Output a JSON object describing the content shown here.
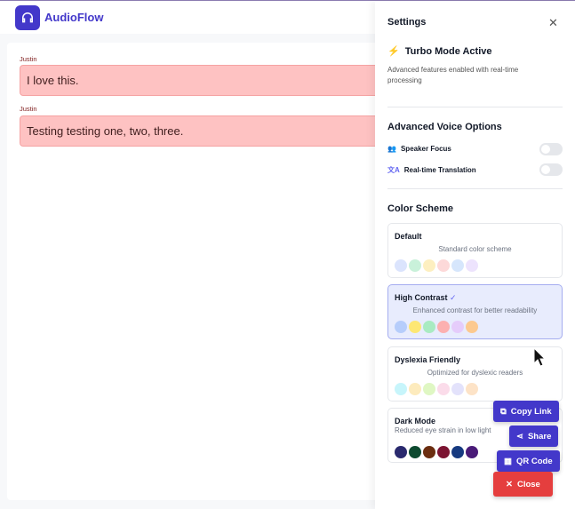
{
  "app": {
    "name": "AudioFlow",
    "accent": "#4338ca"
  },
  "messages": [
    {
      "speaker": "Justin",
      "text": "I love this."
    },
    {
      "speaker": "Justin",
      "text": "Testing testing one, two, three."
    }
  ],
  "settings": {
    "title": "Settings",
    "turbo": {
      "title": "Turbo Mode Active",
      "description": "Advanced features enabled with real-time processing"
    },
    "voice": {
      "title": "Advanced Voice Options",
      "options": [
        {
          "label": "Speaker Focus",
          "icon": "users-icon",
          "enabled": false
        },
        {
          "label": "Real-time Translation",
          "icon": "translate-icon",
          "enabled": false
        }
      ]
    },
    "color_scheme": {
      "title": "Color Scheme",
      "schemes": [
        {
          "name": "Default",
          "description": "Standard color scheme",
          "selected": false,
          "colors": [
            "#dbe4fd",
            "#c9f1da",
            "#fdefc0",
            "#fdd9d9",
            "#d6e6fc",
            "#ede3fd"
          ]
        },
        {
          "name": "High Contrast",
          "description": "Enhanced contrast for better readability",
          "selected": true,
          "colors": [
            "#b6cdfb",
            "#fde774",
            "#a9ebc2",
            "#fcb0b0",
            "#e5ccfb",
            "#fcc98f"
          ]
        },
        {
          "name": "Dyslexia Friendly",
          "description": "Optimized for dyslexic readers",
          "selected": false,
          "colors": [
            "#c7f5fb",
            "#fdebbd",
            "#dff7c3",
            "#fbdcea",
            "#e3e2fb",
            "#fde3c7"
          ]
        },
        {
          "name": "Dark Mode",
          "description": "Reduced eye strain in low light",
          "selected": false,
          "colors": [
            "#2a2a6e",
            "#0e4a30",
            "#6b2e10",
            "#7c1432",
            "#163a80",
            "#4a1b78"
          ]
        }
      ]
    }
  },
  "share_menu": {
    "copy_link": "Copy Link",
    "share": "Share",
    "qr_code": "QR Code",
    "close": "Close"
  }
}
